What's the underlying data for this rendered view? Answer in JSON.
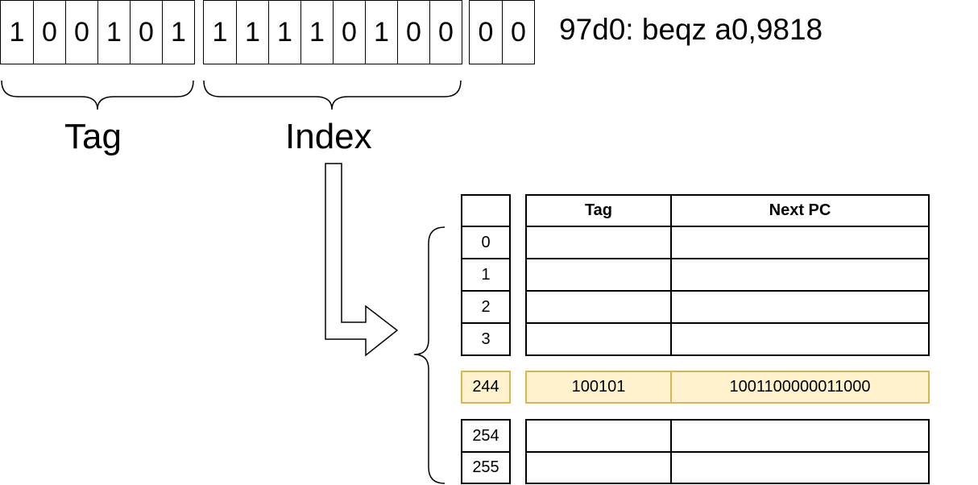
{
  "address_bits": {
    "tag": [
      "1",
      "0",
      "0",
      "1",
      "0",
      "1"
    ],
    "index": [
      "1",
      "1",
      "1",
      "1",
      "0",
      "1",
      "0",
      "0"
    ],
    "offset": [
      "0",
      "0"
    ]
  },
  "instruction": "97d0: beqz a0,9818",
  "labels": {
    "tag": "Tag",
    "index": "Index"
  },
  "table": {
    "headers": {
      "index": "",
      "tag": "Tag",
      "next_pc": "Next PC"
    },
    "group_top": [
      {
        "index": "0",
        "tag": "",
        "next_pc": ""
      },
      {
        "index": "1",
        "tag": "",
        "next_pc": ""
      },
      {
        "index": "2",
        "tag": "",
        "next_pc": ""
      },
      {
        "index": "3",
        "tag": "",
        "next_pc": ""
      }
    ],
    "highlighted": {
      "index": "244",
      "tag": "100101",
      "next_pc": "1001100000011000"
    },
    "group_bottom": [
      {
        "index": "254",
        "tag": "",
        "next_pc": ""
      },
      {
        "index": "255",
        "tag": "",
        "next_pc": ""
      }
    ]
  },
  "colors": {
    "highlight_fill": "#fff2cc",
    "highlight_border": "#d6b656"
  }
}
